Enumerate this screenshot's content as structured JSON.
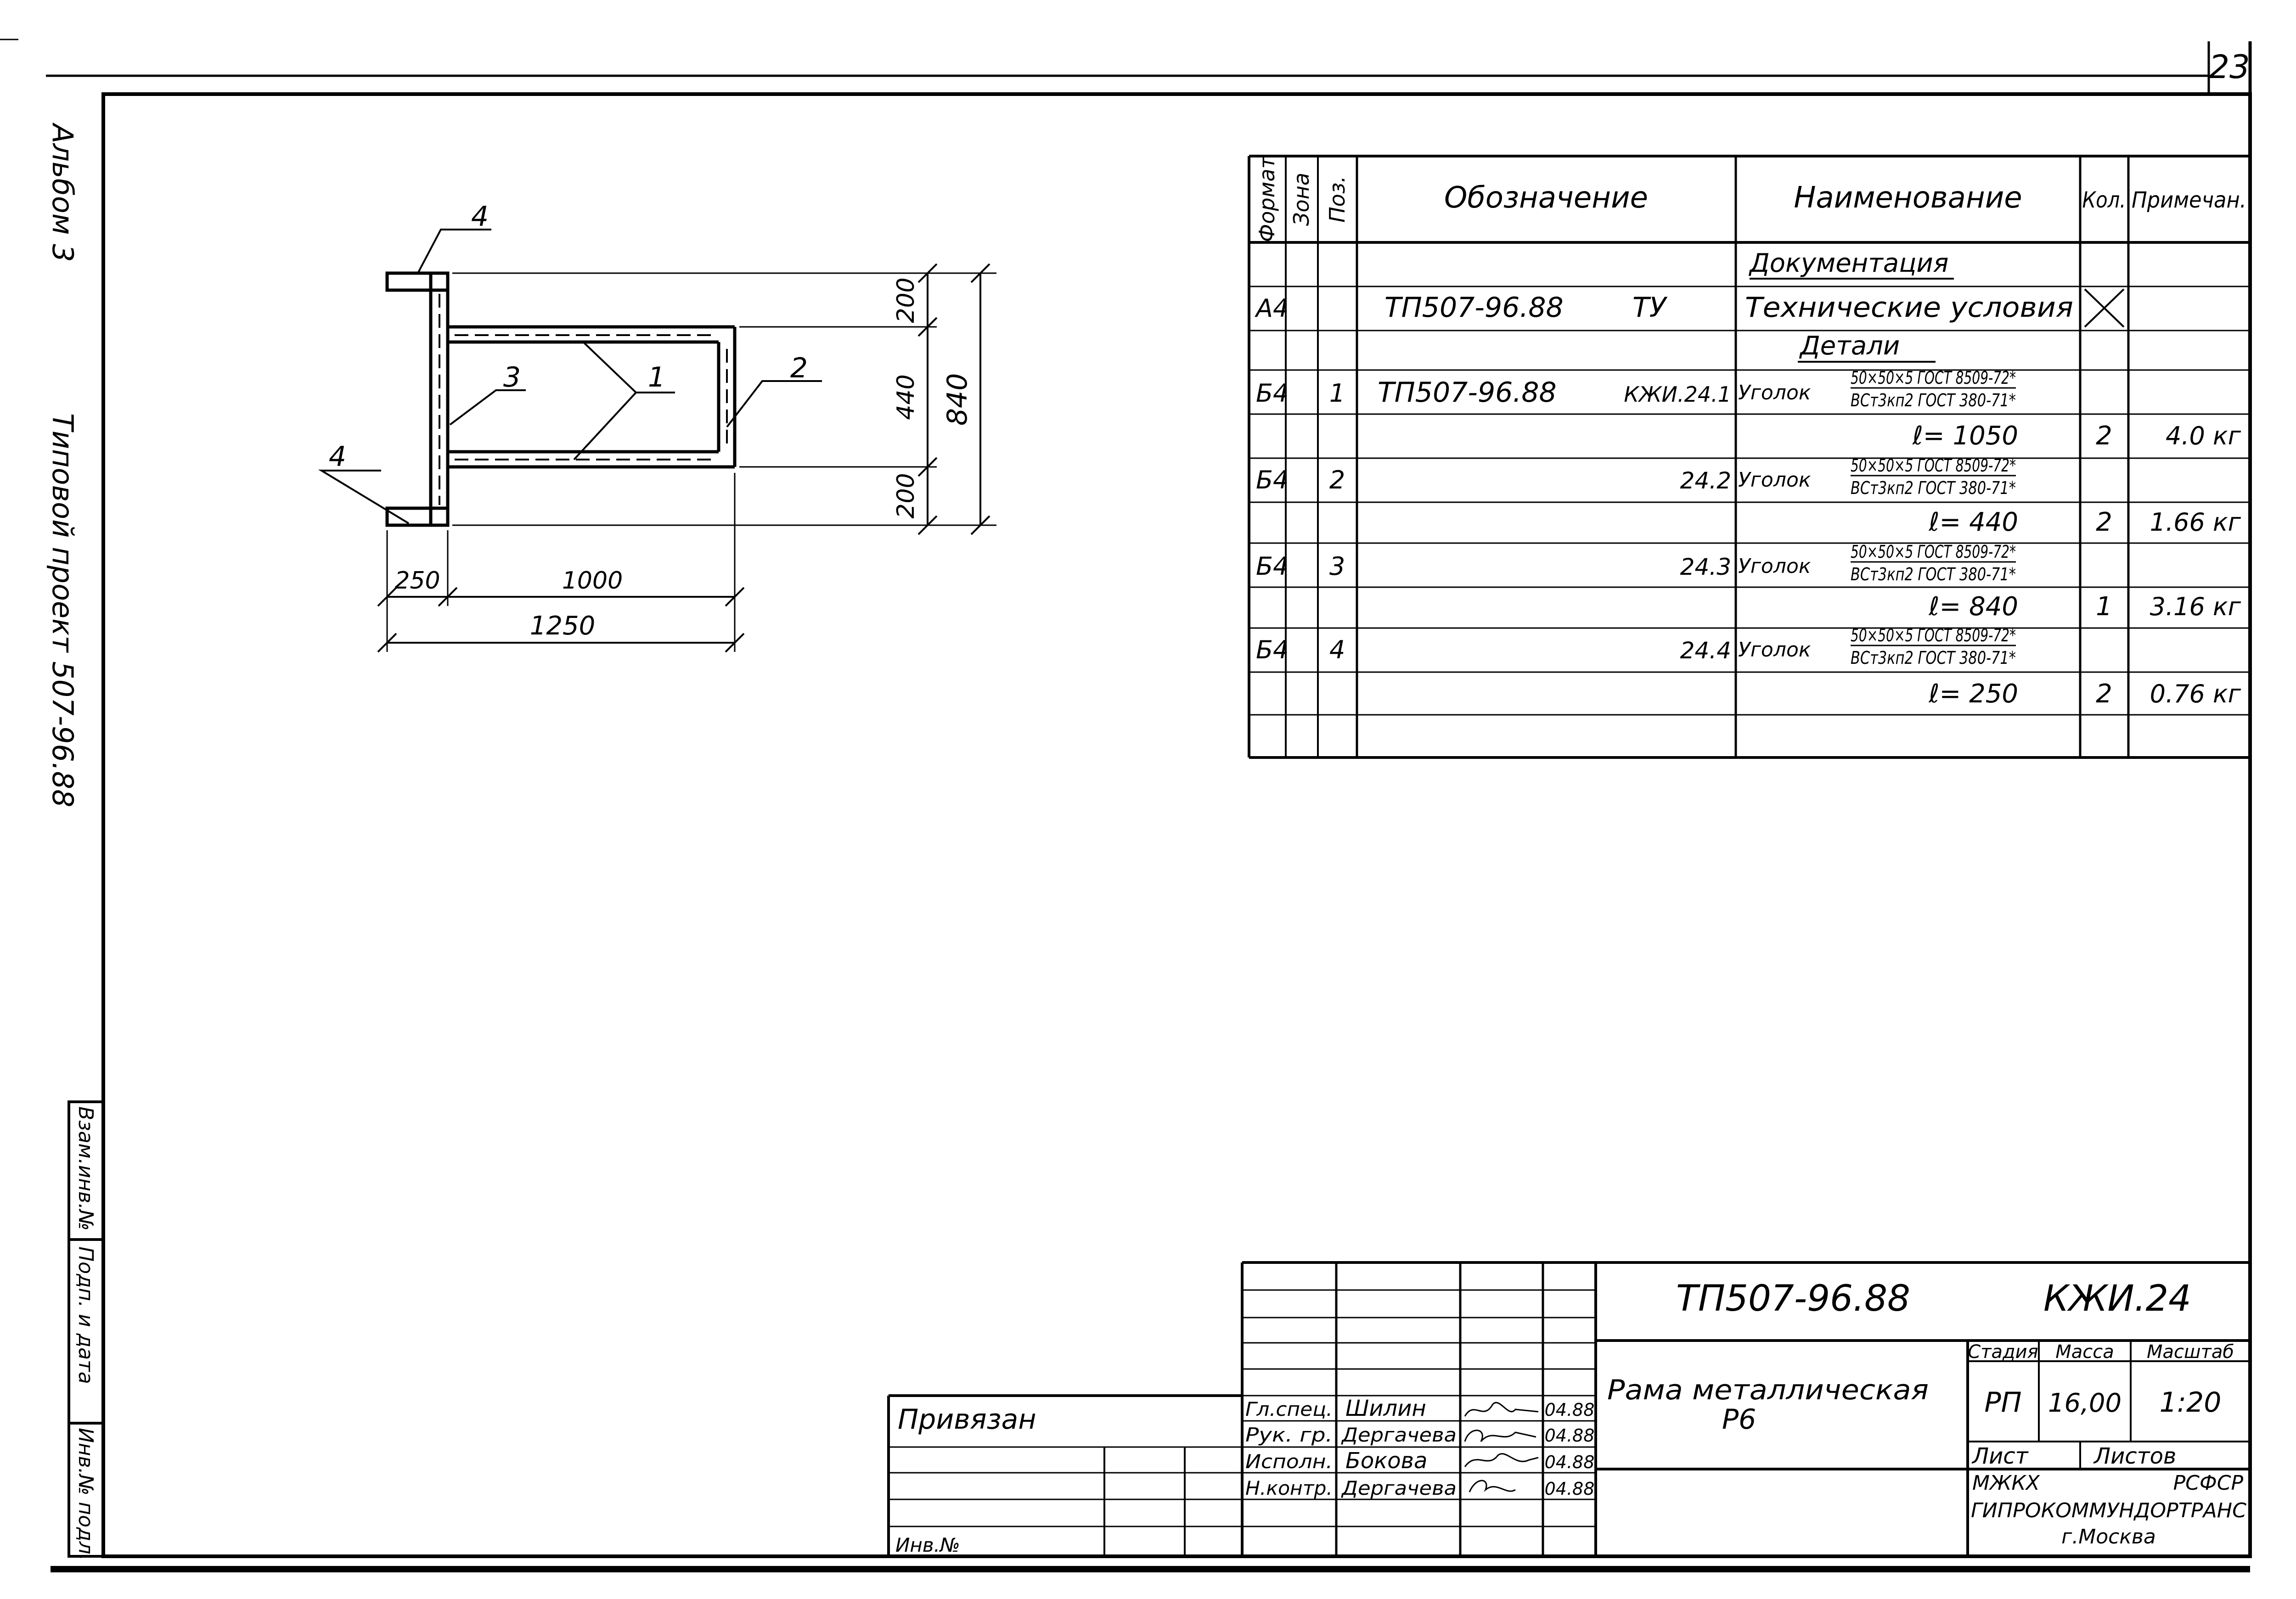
{
  "page_number": "23",
  "margin_stamp": {
    "top_text": "Альбом 3",
    "middle_text": "Типовой проект 507-96.88",
    "field_1": "Инв.№ подл.",
    "field_2": "Подп. и дата",
    "field_3": "Взам.инв.№"
  },
  "drawing": {
    "position_labels": [
      "4",
      "1",
      "2",
      "3",
      "4"
    ],
    "dimensions": {
      "top": "200",
      "middle": "440",
      "bottom": "200",
      "overall_height": "840",
      "left_width": "250",
      "main_width": "1000",
      "overall_width": "1250"
    }
  },
  "specification": {
    "headers": {
      "format": "Формат",
      "zone": "Зона",
      "pos": "Поз.",
      "designation": "Обозначение",
      "name": "Наименование",
      "qty": "Кол.",
      "note": "Примечан."
    },
    "rows": [
      {
        "format": "",
        "pos": "",
        "designation": "",
        "suffix": "",
        "name": "Документация",
        "qty": "",
        "note": ""
      },
      {
        "format": "А4",
        "pos": "",
        "designation": "ТП507-96.88",
        "suffix": "ТУ",
        "name": "Технические условия",
        "qty": "",
        "note": ""
      },
      {
        "format": "",
        "pos": "",
        "designation": "",
        "suffix": "",
        "name": "Детали",
        "qty": "",
        "note": ""
      },
      {
        "format": "Б4",
        "pos": "1",
        "designation": "ТП507-96.88",
        "suffix": "КЖИ.24.1",
        "name": "Уголок",
        "spec_top": "50×50×5 ГОСТ 8509-72*",
        "spec_bottom": "ВСт3кп2 ГОСТ 380-71*",
        "qty": "",
        "note": ""
      },
      {
        "format": "",
        "pos": "",
        "designation": "",
        "suffix": "",
        "name": "ℓ= 1050",
        "qty": "2",
        "note": "4.0 кг"
      },
      {
        "format": "Б4",
        "pos": "2",
        "designation": "",
        "suffix": "24.2",
        "name": "Уголок",
        "spec_top": "50×50×5 ГОСТ 8509-72*",
        "spec_bottom": "ВСт3кп2 ГОСТ 380-71*",
        "qty": "",
        "note": ""
      },
      {
        "format": "",
        "pos": "",
        "designation": "",
        "suffix": "",
        "name": "ℓ= 440",
        "qty": "2",
        "note": "1.66 кг"
      },
      {
        "format": "Б4",
        "pos": "3",
        "designation": "",
        "suffix": "24.3",
        "name": "Уголок",
        "spec_top": "50×50×5 ГОСТ 8509-72*",
        "spec_bottom": "ВСт3кп2 ГОСТ 380-71*",
        "qty": "",
        "note": ""
      },
      {
        "format": "",
        "pos": "",
        "designation": "",
        "suffix": "",
        "name": "ℓ= 840",
        "qty": "1",
        "note": "3.16 кг"
      },
      {
        "format": "Б4",
        "pos": "4",
        "designation": "",
        "suffix": "24.4",
        "name": "Уголок",
        "spec_top": "50×50×5 ГОСТ 8509-72*",
        "spec_bottom": "ВСт3кп2 ГОСТ 380-71*",
        "qty": "",
        "note": ""
      },
      {
        "format": "",
        "pos": "",
        "designation": "",
        "suffix": "",
        "name": "ℓ= 250",
        "qty": "2",
        "note": "0.76 кг"
      },
      {
        "format": "",
        "pos": "",
        "designation": "",
        "suffix": "",
        "name": "",
        "qty": "",
        "note": ""
      }
    ]
  },
  "title_block": {
    "document_code": "ТП507-96.88",
    "document_suffix": "КЖИ.24",
    "title_line1": "Рама металлическая",
    "title_line2": "Р6",
    "stage_label": "Стадия",
    "mass_label": "Масса",
    "scale_label": "Масштаб",
    "stage": "РП",
    "mass": "16,00",
    "scale": "1:20",
    "sheet_label": "Лист",
    "sheets_label": "Листов",
    "org_line1": "МЖКХ",
    "org_line1b": "РСФСР",
    "org_line2": "ГИПРОКОММУНДОРТРАНС",
    "org_line3": "г.Москва",
    "tied_label": "Привязан",
    "inv_label": "Инв.№",
    "signatures": [
      {
        "role": "Гл.спец.",
        "name": "Шилин",
        "date": "04.88"
      },
      {
        "role": "Рук. гр.",
        "name": "Дергачева",
        "date": "04.88"
      },
      {
        "role": "Исполн.",
        "name": "Бокова",
        "date": "04.88"
      },
      {
        "role": "Н.контр.",
        "name": "Дергачева",
        "date": "04.88"
      }
    ]
  }
}
